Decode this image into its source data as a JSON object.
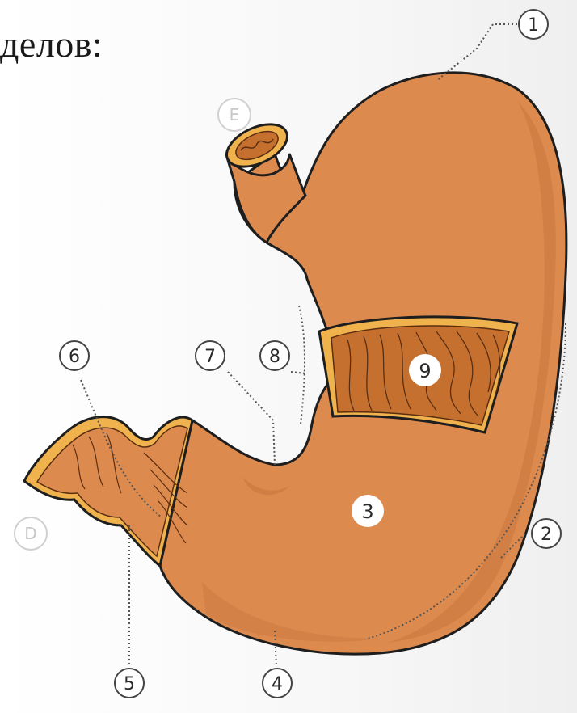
{
  "heading": "делов:",
  "labels": {
    "n1": "1",
    "n2": "2",
    "n3": "3",
    "n4": "4",
    "n5": "5",
    "n6": "6",
    "n7": "7",
    "n8": "8",
    "n9": "9",
    "e": "E",
    "d": "D"
  },
  "colors": {
    "stomach": "#dd8a4f",
    "stomach_shadow": "#c97740",
    "outline": "#1e1e1e",
    "mucosa": "#c6702f",
    "rim": "#f0b24c"
  }
}
